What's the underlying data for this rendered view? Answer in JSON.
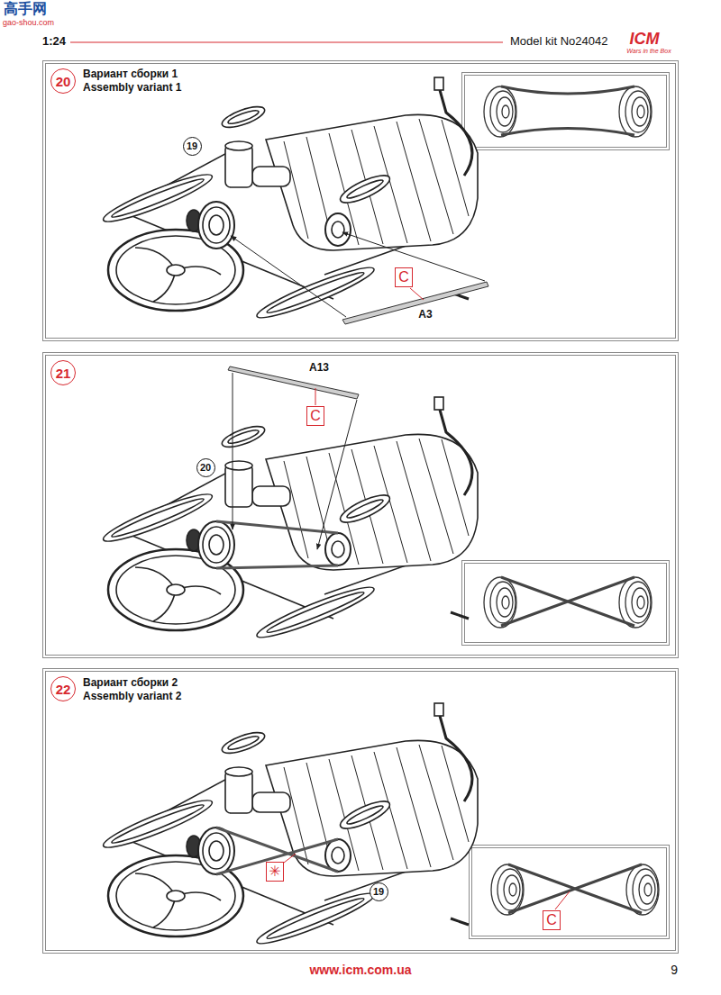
{
  "diagram": {
    "nodes": [
      {
        "text": [
          "20"
        ]
      },
      {
        "text": [
          "19"
        ]
      },
      {
        "text": [
          "C"
        ]
      },
      {
        "text": [
          "21"
        ]
      },
      {
        "text": [
          "C"
        ]
      },
      {
        "text": [
          "20"
        ]
      },
      {
        "text": [
          "22"
        ]
      },
      {
        "text": [
          "✳"
        ]
      },
      {
        "text": [
          "19"
        ]
      },
      {
        "text": [
          "C"
        ]
      }
    ],
    "labels": [
      "高手网",
      "gao-shou.com",
      "1:24",
      "Model kit No24042",
      "ICM",
      "Wars in the Box",
      "Вариант сборки 1",
      "Assembly variant 1",
      "A3",
      "A13",
      "Вариант сборки 2",
      "Assembly variant 2",
      "www.icm.com.ua",
      "9"
    ]
  }
}
